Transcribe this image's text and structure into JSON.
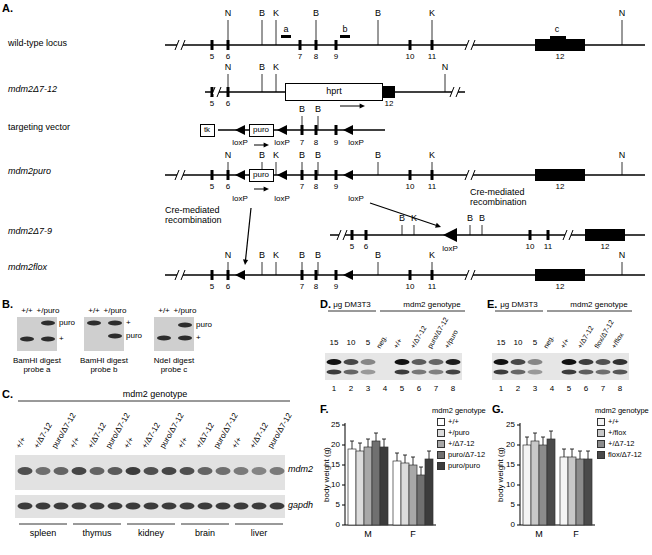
{
  "diagram": {
    "nodes": [
      {
        "text": [
          "hprt"
        ]
      },
      {
        "text": [
          "tk"
        ]
      },
      {
        "text": [
          "puro"
        ]
      },
      {
        "text": [
          "puro"
        ]
      }
    ],
    "labels": [
      "A.",
      "wild-type locus",
      "mdm2Δ7-12",
      "targeting vector",
      "mdm2puro",
      "mdm2Δ7-9",
      "mdm2flox",
      "N",
      "B",
      "K",
      "a",
      "B",
      "b",
      "B",
      "K",
      "c",
      "N",
      "5",
      "6",
      "7",
      "8",
      "9",
      "10",
      "11",
      "12",
      "N",
      "B",
      "K",
      "N",
      "5",
      "6",
      "12",
      "B",
      "B",
      "loxP",
      "loxP",
      "loxP",
      "7",
      "8",
      "9",
      "N",
      "B",
      "K",
      "B",
      "B",
      "B",
      "K",
      "N",
      "5",
      "6",
      "7",
      "8",
      "9",
      "10",
      "11",
      "12",
      "loxP",
      "loxP",
      "loxP",
      "Cre-mediated recombination",
      "Cre-mediated recombination",
      "B",
      "K",
      "B",
      "B",
      "5",
      "6",
      "10",
      "11",
      "12",
      "loxP",
      "N",
      "B",
      "K",
      "B",
      "B",
      "B",
      "K",
      "N",
      "5",
      "6",
      "7",
      "8",
      "9",
      "10",
      "11",
      "12",
      "B.",
      "+/+",
      "+/puro",
      "puro",
      "+",
      "BamHI digest probe a",
      "+/+",
      "+/puro",
      "+",
      "puro",
      "BamHI digest probe b",
      "+/+",
      "+/puro",
      "puro",
      "+",
      "NdeI digest probe c",
      "C.",
      "mdm2 genotype",
      "+/+",
      "+/Δ7-12",
      "puro/Δ7-12",
      "+/+",
      "+/Δ7-12",
      "puro/Δ7-12",
      "+/+",
      "+/Δ7-12",
      "puro/Δ7-12",
      "+/+",
      "+/Δ7-12",
      "puro/Δ7-12",
      "+/+",
      "+/Δ7-12",
      "puro/Δ7-12",
      "mdm2",
      "gapdh",
      "spleen",
      "thymus",
      "kidney",
      "brain",
      "liver",
      "D.",
      "μg DM3T3",
      "mdm2 genotype",
      "15",
      "10",
      "5",
      "neg.",
      "+/+",
      "+/Δ7-12",
      "puro/Δ7-12",
      "+/puro",
      "1",
      "2",
      "3",
      "4",
      "5",
      "6",
      "7",
      "8",
      "E.",
      "μg DM3T3",
      "mdm2 genotype",
      "15",
      "10",
      "5",
      "neg.",
      "+/+",
      "+/Δ7-12",
      "flox/Δ7-12",
      "+/flox",
      "1",
      "2",
      "3",
      "4",
      "5",
      "6",
      "7",
      "8",
      "F.",
      "0",
      "5",
      "10",
      "15",
      "20",
      "25",
      "body weight (g)",
      "M",
      "F",
      "mdm2 genotype",
      "G.",
      "0",
      "5",
      "10",
      "15",
      "20",
      "25",
      "body weight (g)",
      "M",
      "F",
      "mdm2 genotype"
    ],
    "legend": [
      {
        "text": "+/+",
        "color": "#ffffff"
      },
      {
        "text": "+/puro",
        "color": "#dcdcdc"
      },
      {
        "text": "+/Δ7-12",
        "color": "#a8a8a8"
      },
      {
        "text": "puro/Δ7-12",
        "color": "#707070"
      },
      {
        "text": "puro/puro",
        "color": "#3c3c3c"
      },
      {
        "text": "+/+",
        "color": "#f4f4f4"
      },
      {
        "text": "+/flox",
        "color": "#c8c8c8"
      },
      {
        "text": "+/Δ7-12",
        "color": "#8c8c8c"
      },
      {
        "text": "flox/Δ7-12",
        "color": "#4a4a4a"
      }
    ]
  }
}
